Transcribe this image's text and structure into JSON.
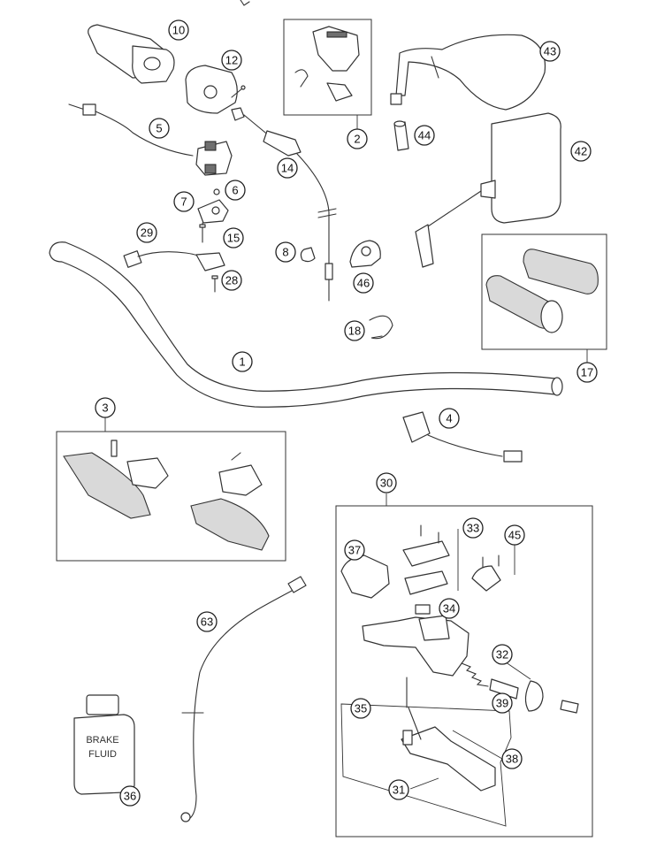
{
  "callouts": {
    "c1": "1",
    "c2": "2",
    "c3": "3",
    "c4": "4",
    "c5": "5",
    "c6": "6",
    "c7": "7",
    "c8": "8",
    "c10": "10",
    "c12": "12",
    "c14": "14",
    "c15": "15",
    "c17": "17",
    "c18": "18",
    "c28": "28",
    "c29": "29",
    "c30": "30",
    "c31": "31",
    "c32": "32",
    "c33": "33",
    "c34": "34",
    "c35": "35",
    "c36": "36",
    "c37": "37",
    "c38": "38",
    "c39": "39",
    "c42": "42",
    "c43": "43",
    "c44": "44",
    "c45": "45",
    "c46": "46",
    "c63": "63"
  },
  "bottle_label": {
    "line1": "BRAKE",
    "line2": "FLUID"
  }
}
